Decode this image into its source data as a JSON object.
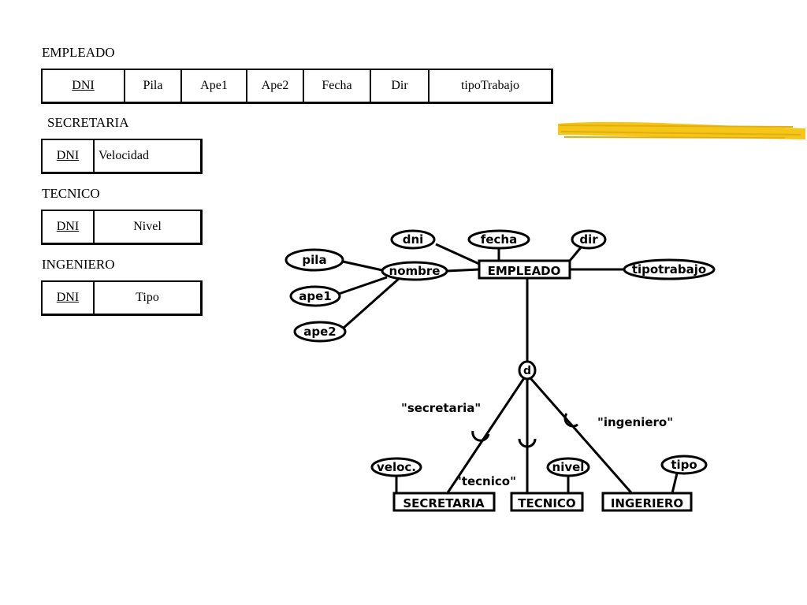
{
  "tables": [
    {
      "name": "EMPLEADO",
      "columns": [
        "DNI",
        "Pila",
        "Ape1",
        "Ape2",
        "Fecha",
        "Dir",
        "tipoTrabajo"
      ]
    },
    {
      "name": "SECRETARIA",
      "columns": [
        "DNI",
        "Velocidad"
      ]
    },
    {
      "name": "TECNICO",
      "columns": [
        "DNI",
        "Nivel"
      ]
    },
    {
      "name": "INGENIERO",
      "columns": [
        "DNI",
        "Tipo"
      ]
    }
  ],
  "er": {
    "entities": {
      "empleado": "EMPLEADO",
      "secretaria": "SECRETARIA",
      "tecnico": "TECNICO",
      "ingeniero": "INGERIERO"
    },
    "attributes": {
      "dni": "dni",
      "fecha": "fecha",
      "dir": "dir",
      "tipotrabajo": "tipotrabajo",
      "nombre": "nombre",
      "pila": "pila",
      "ape1": "ape1",
      "ape2": "ape2",
      "veloc": "veloc.",
      "nivel": "nivel",
      "tipo": "tipo"
    },
    "disjoint": "d",
    "labels": {
      "secretaria": "\"secretaria\"",
      "tecnico": "\"tecnico\"",
      "ingeniero": "\"ingeniero\""
    }
  },
  "colors": {
    "highlighter": "#F5C518",
    "line": "#000000"
  }
}
